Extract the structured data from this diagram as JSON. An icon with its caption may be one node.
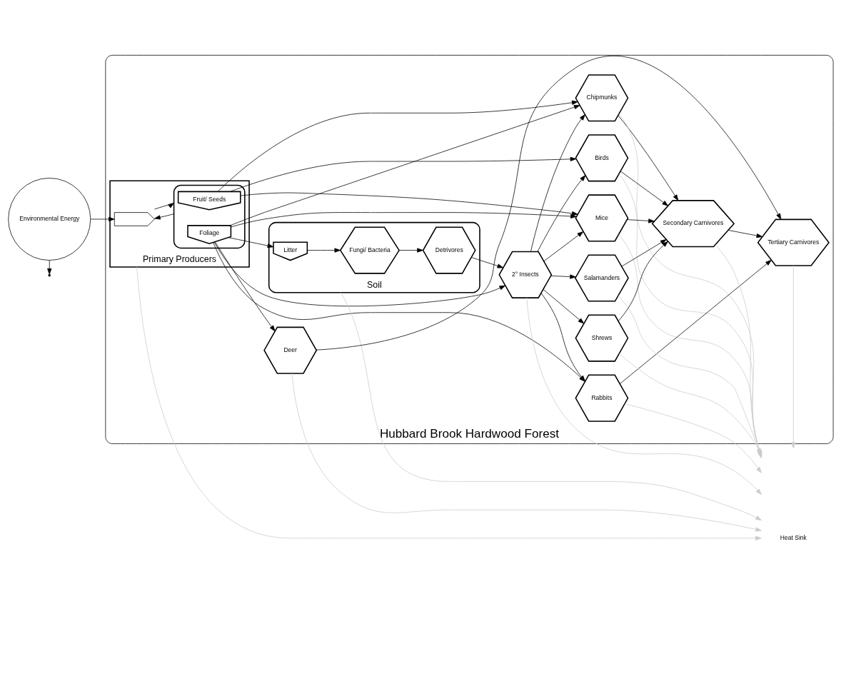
{
  "diagram": {
    "nodes": [
      {
        "text": [
          "Hubbard Brook Hardwood Forest"
        ]
      },
      {
        "text": [
          "Environmental Energy"
        ]
      },
      {
        "text": [
          "Primary Producers"
        ],
        "in": 0
      },
      {
        "text": [],
        "shape": "chevron",
        "in": 2
      },
      {
        "text": [],
        "shape": "teardrop",
        "in": 2
      },
      {
        "text": [
          "Fruit/ Seeds"
        ],
        "in": 4
      },
      {
        "text": [
          "Foliage"
        ],
        "in": 4
      },
      {
        "text": [
          "Soil"
        ],
        "in": 0
      },
      {
        "text": [
          "Litter"
        ],
        "in": 7
      },
      {
        "text": [
          "Fungi/ Bacteria"
        ],
        "in": 7
      },
      {
        "text": [
          "Detrivores"
        ],
        "in": 7
      },
      {
        "text": [
          "Chipmunks"
        ],
        "in": 0
      },
      {
        "text": [
          "Birds"
        ],
        "in": 0
      },
      {
        "text": [
          "Mice"
        ],
        "in": 0
      },
      {
        "text": [
          "Rabbits"
        ],
        "in": 0
      },
      {
        "text": [
          "Deer"
        ],
        "in": 0
      },
      {
        "text": [
          "Salamanders"
        ],
        "in": 0
      },
      {
        "text": [
          "Shrews"
        ],
        "in": 0
      },
      {
        "text": [
          "2° Insects"
        ],
        "in": 0
      },
      {
        "text": [
          "Secondary Carnivores"
        ],
        "in": 0
      },
      {
        "text": [
          "Tertiary Carnivores"
        ],
        "in": 0
      },
      {
        "text": [
          "Heat Sink"
        ]
      }
    ],
    "edges": [
      {
        "from": 1,
        "to": 3,
        "arrow": "to"
      },
      {
        "from": 1,
        "to": null,
        "arrow": "to"
      },
      {
        "from": 3,
        "to": 4,
        "arrow": "to"
      },
      {
        "from": 4,
        "to": 3,
        "arrow": "to"
      },
      {
        "from": 6,
        "to": 8,
        "arrow": "to"
      },
      {
        "from": 8,
        "to": 9,
        "arrow": "to"
      },
      {
        "from": 9,
        "to": 10,
        "arrow": "to"
      },
      {
        "from": 10,
        "to": 18,
        "arrow": "to"
      },
      {
        "from": 6,
        "to": 18,
        "arrow": "to"
      },
      {
        "from": 5,
        "to": 11,
        "arrow": "to"
      },
      {
        "from": 6,
        "to": 11,
        "arrow": "to"
      },
      {
        "from": 5,
        "to": 12,
        "arrow": "to"
      },
      {
        "from": 5,
        "to": 13,
        "arrow": "to"
      },
      {
        "from": 6,
        "to": 13,
        "arrow": "to"
      },
      {
        "from": 6,
        "to": 14,
        "arrow": "to"
      },
      {
        "from": 6,
        "to": 15,
        "arrow": "to"
      },
      {
        "from": 18,
        "to": 11,
        "arrow": "to"
      },
      {
        "from": 18,
        "to": 12,
        "arrow": "to"
      },
      {
        "from": 18,
        "to": 13,
        "arrow": "to"
      },
      {
        "from": 18,
        "to": 14,
        "arrow": "to"
      },
      {
        "from": 18,
        "to": 16,
        "arrow": "to"
      },
      {
        "from": 18,
        "to": 17,
        "arrow": "to"
      },
      {
        "from": 11,
        "to": 19,
        "arrow": "to"
      },
      {
        "from": 12,
        "to": 19,
        "arrow": "to"
      },
      {
        "from": 13,
        "to": 19,
        "arrow": "to"
      },
      {
        "from": 16,
        "to": 19,
        "arrow": "to"
      },
      {
        "from": 17,
        "to": 19,
        "arrow": "to"
      },
      {
        "from": 19,
        "to": 20,
        "arrow": "to"
      },
      {
        "from": 14,
        "to": 20,
        "arrow": "to"
      },
      {
        "from": 15,
        "to": 20,
        "arrow": "to"
      },
      {
        "from": 2,
        "to": 21,
        "arrow": "to",
        "color": "#cccccc"
      },
      {
        "from": 7,
        "to": 21,
        "arrow": "to",
        "color": "#cccccc"
      },
      {
        "from": 11,
        "to": 21,
        "arrow": "to",
        "color": "#cccccc"
      },
      {
        "from": 12,
        "to": 21,
        "arrow": "to",
        "color": "#cccccc"
      },
      {
        "from": 13,
        "to": 21,
        "arrow": "to",
        "color": "#cccccc"
      },
      {
        "from": 14,
        "to": 21,
        "arrow": "to",
        "color": "#cccccc"
      },
      {
        "from": 15,
        "to": 21,
        "arrow": "to",
        "color": "#cccccc"
      },
      {
        "from": 16,
        "to": 21,
        "arrow": "to",
        "color": "#cccccc"
      },
      {
        "from": 17,
        "to": 21,
        "arrow": "to",
        "color": "#cccccc"
      },
      {
        "from": 18,
        "to": 21,
        "arrow": "to",
        "color": "#cccccc"
      },
      {
        "from": 19,
        "to": 21,
        "arrow": "to",
        "color": "#cccccc"
      },
      {
        "from": 20,
        "to": 21,
        "arrow": "to",
        "color": "#cccccc"
      }
    ]
  }
}
